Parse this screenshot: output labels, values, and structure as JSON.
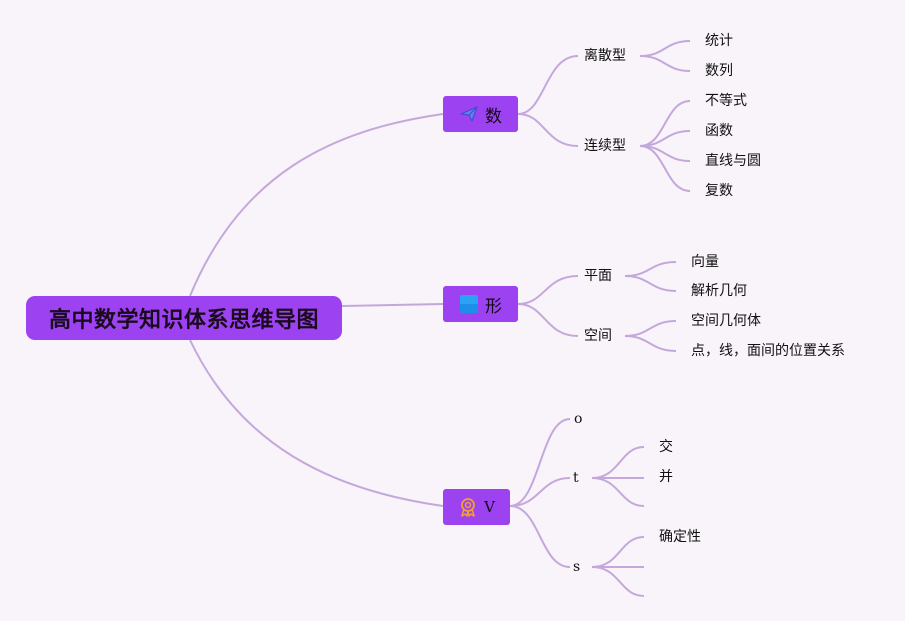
{
  "root": {
    "label": "高中数学知识体系思维导图"
  },
  "branches": [
    {
      "label": "数",
      "icon": "paper-plane-icon",
      "children": [
        {
          "label": "离散型",
          "children": [
            "统计",
            "数列"
          ]
        },
        {
          "label": "连续型",
          "children": [
            "不等式",
            "函数",
            "直线与圆",
            "复数"
          ]
        }
      ]
    },
    {
      "label": "形",
      "icon": "blue-square-icon",
      "children": [
        {
          "label": "平面",
          "children": [
            "向量",
            "解析几何"
          ]
        },
        {
          "label": "空间",
          "children": [
            "空间几何体",
            "点，线，面间的位置关系"
          ]
        }
      ]
    },
    {
      "label": "V",
      "icon": "award-ribbon-icon",
      "children": [
        {
          "label": "o",
          "children": []
        },
        {
          "label": "t",
          "children": [
            "交",
            "并",
            ""
          ]
        },
        {
          "label": "s",
          "children": [
            "确定性",
            "",
            ""
          ]
        }
      ]
    }
  ],
  "colors": {
    "node_fill": "#9d42f0",
    "link": "#c4a8dc",
    "background": "#f9f4fa"
  }
}
